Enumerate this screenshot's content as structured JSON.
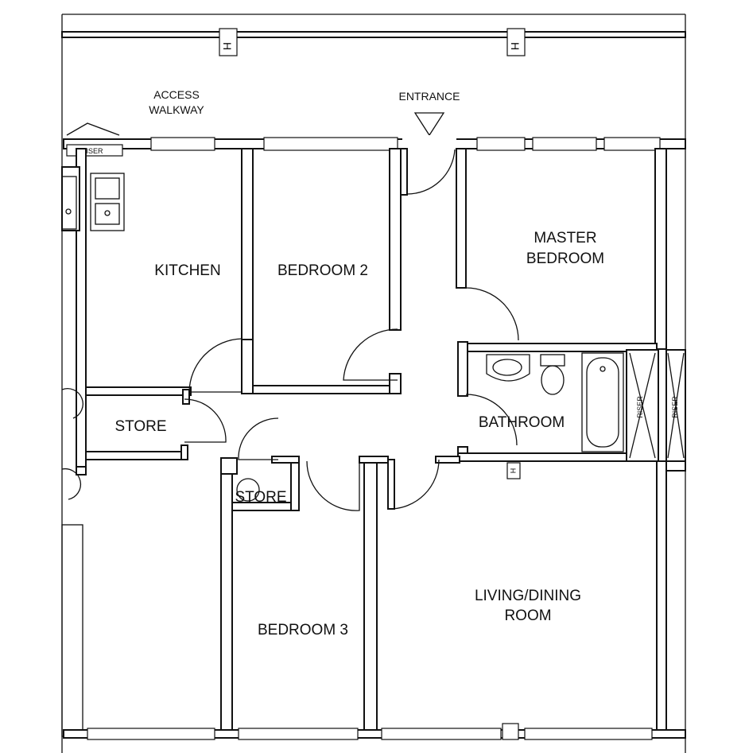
{
  "labels": {
    "kitchen": "KITCHEN",
    "bedroom2": "BEDROOM 2",
    "master_line1": "MASTER",
    "master_line2": "BEDROOM",
    "store1": "STORE",
    "store2": "STORE",
    "bathroom": "BATHROOM",
    "bedroom3": "BEDROOM 3",
    "living_line1": "LIVING/DINING",
    "living_line2": "ROOM",
    "access_line1": "ACCESS",
    "access_line2": "WALKWAY",
    "entrance": "ENTRANCE",
    "riser_left": "RISER",
    "riser_right": "RISER",
    "heater_top_left": "H",
    "heater_top_right": "H",
    "heater_bath": "H",
    "door_tag": "RISER"
  },
  "colors": {
    "line": "#111111",
    "background": "#ffffff"
  }
}
